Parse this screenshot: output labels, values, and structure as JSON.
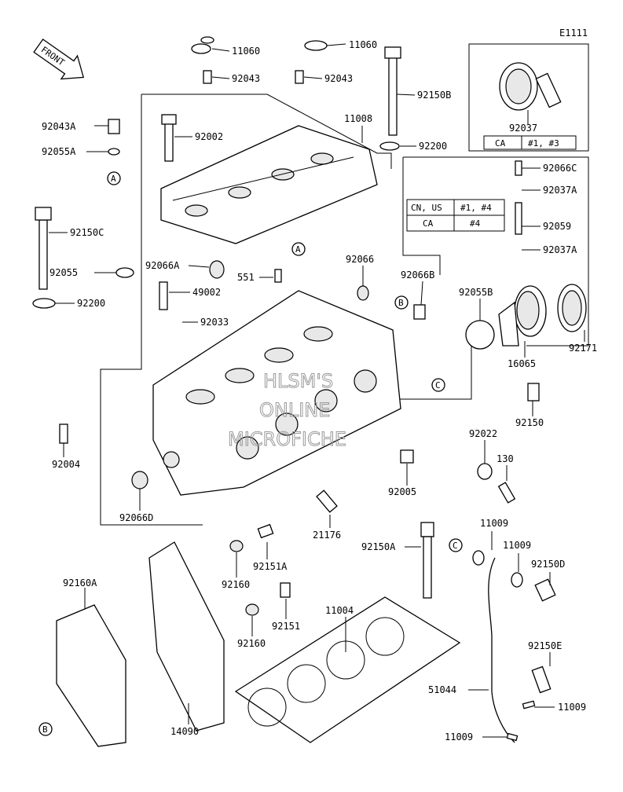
{
  "diagram_code": "E1111",
  "front_label": "FRONT",
  "watermark": [
    "HLSM'S",
    "ONLINE",
    "MICROFICHE"
  ],
  "parts": {
    "p11060a": "11060",
    "p11060b": "11060",
    "p92043a": "92043",
    "p92043b": "92043",
    "p92150b": "92150B",
    "p11008": "11008",
    "p92043A": "92043A",
    "p92055A": "92055A",
    "p92002": "92002",
    "p92200a": "92200",
    "p92037": "92037",
    "p92066C": "92066C",
    "p92037Aa": "92037A",
    "p92059": "92059",
    "p92037Ab": "92037A",
    "p92150C": "92150C",
    "p92066A": "92066A",
    "p92066": "92066",
    "p92066B": "92066B",
    "p92055": "92055",
    "p551": "551",
    "p49002": "49002",
    "p92200b": "92200",
    "p92033": "92033",
    "p92055B": "92055B",
    "p92171": "92171",
    "p16065": "16065",
    "p92150": "92150",
    "p92004": "92004",
    "p92022": "92022",
    "p130": "130",
    "p92005": "92005",
    "p92066D": "92066D",
    "p21176": "21176",
    "p92150A": "92150A",
    "p11009a": "11009",
    "p11009b": "11009",
    "p92150D": "92150D",
    "p92151A": "92151A",
    "p92160a": "92160",
    "p92160b": "92160",
    "p92151": "92151",
    "p92160A": "92160A",
    "p11004": "11004",
    "p92150E": "92150E",
    "p51044": "51044",
    "p11009c": "11009",
    "p14090": "14090",
    "p11009d": "11009"
  },
  "refs": {
    "a1": "A",
    "a2": "A",
    "b1": "B",
    "b2": "B",
    "c1": "C",
    "c2": "C"
  },
  "table1": {
    "c1": "CA",
    "c2": "#1, #3"
  },
  "table2": {
    "r1c1": "CN, US",
    "r1c2": "#1, #4",
    "r2c1": "CA",
    "r2c2": "#4"
  }
}
